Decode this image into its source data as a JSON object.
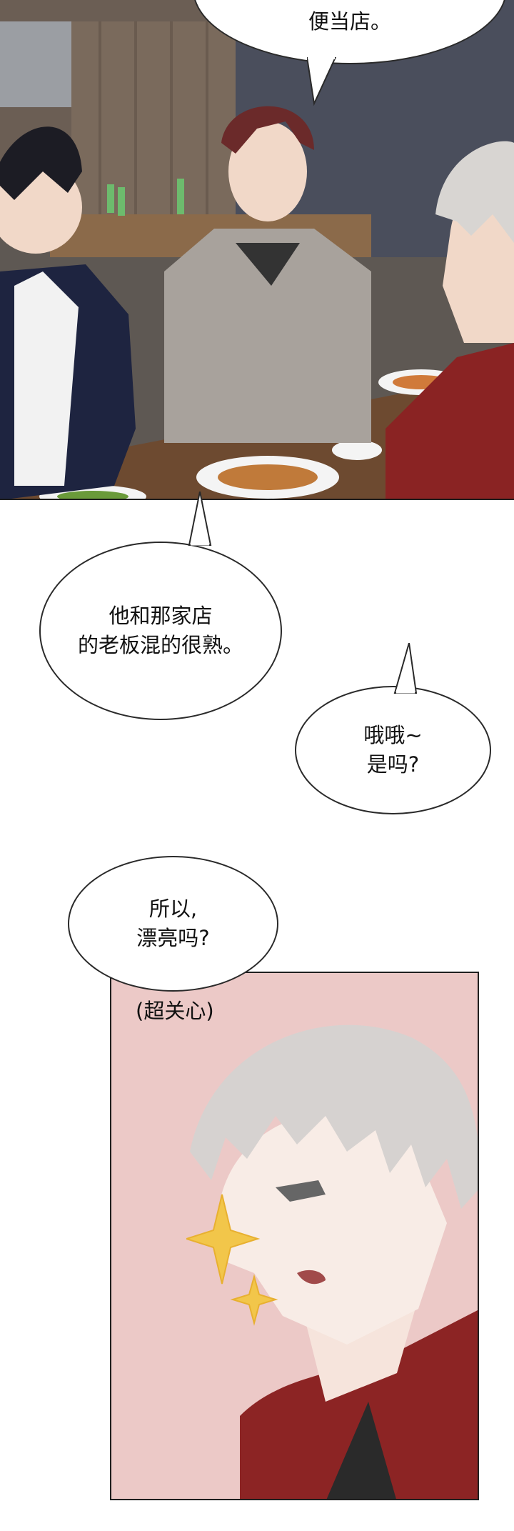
{
  "bubbles": {
    "convenience_store": "便当店。",
    "owner_familiar": "他和那家店\n的老板混的很熟。",
    "oh_really": "哦哦~\n是吗?",
    "so_pretty": "所以,\n漂亮吗?"
  },
  "side_note": "(超关心)",
  "colors": {
    "panel_bottom_bg": "#ecc9c7",
    "bubble_border": "#2a2a2a",
    "sparkle": "#f2c64a"
  }
}
